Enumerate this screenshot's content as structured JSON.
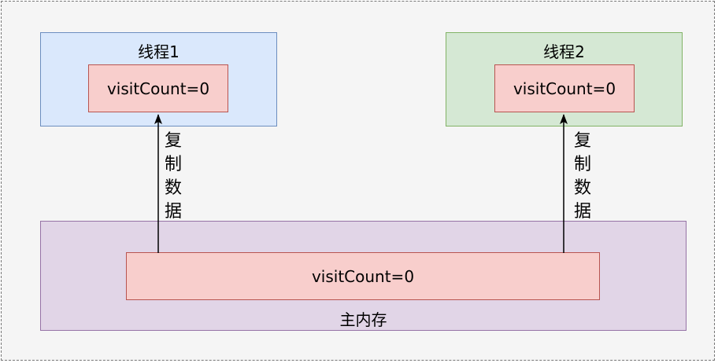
{
  "thread1": {
    "title": "线程1",
    "var_text": "visitCount=0"
  },
  "thread2": {
    "title": "线程2",
    "var_text": "visitCount=0"
  },
  "main_memory": {
    "title": "主内存",
    "var_text": "visitCount=0"
  },
  "copy_label_chars": [
    "复",
    "制",
    "数",
    "据"
  ],
  "colors": {
    "thread1_fill": "#dae8fc",
    "thread1_stroke": "#6c8ebf",
    "thread2_fill": "#d5e8d4",
    "thread2_stroke": "#82b366",
    "memory_fill": "#e1d5e7",
    "memory_stroke": "#9673a6",
    "var_fill": "#f8cecc",
    "var_stroke": "#b85450"
  }
}
